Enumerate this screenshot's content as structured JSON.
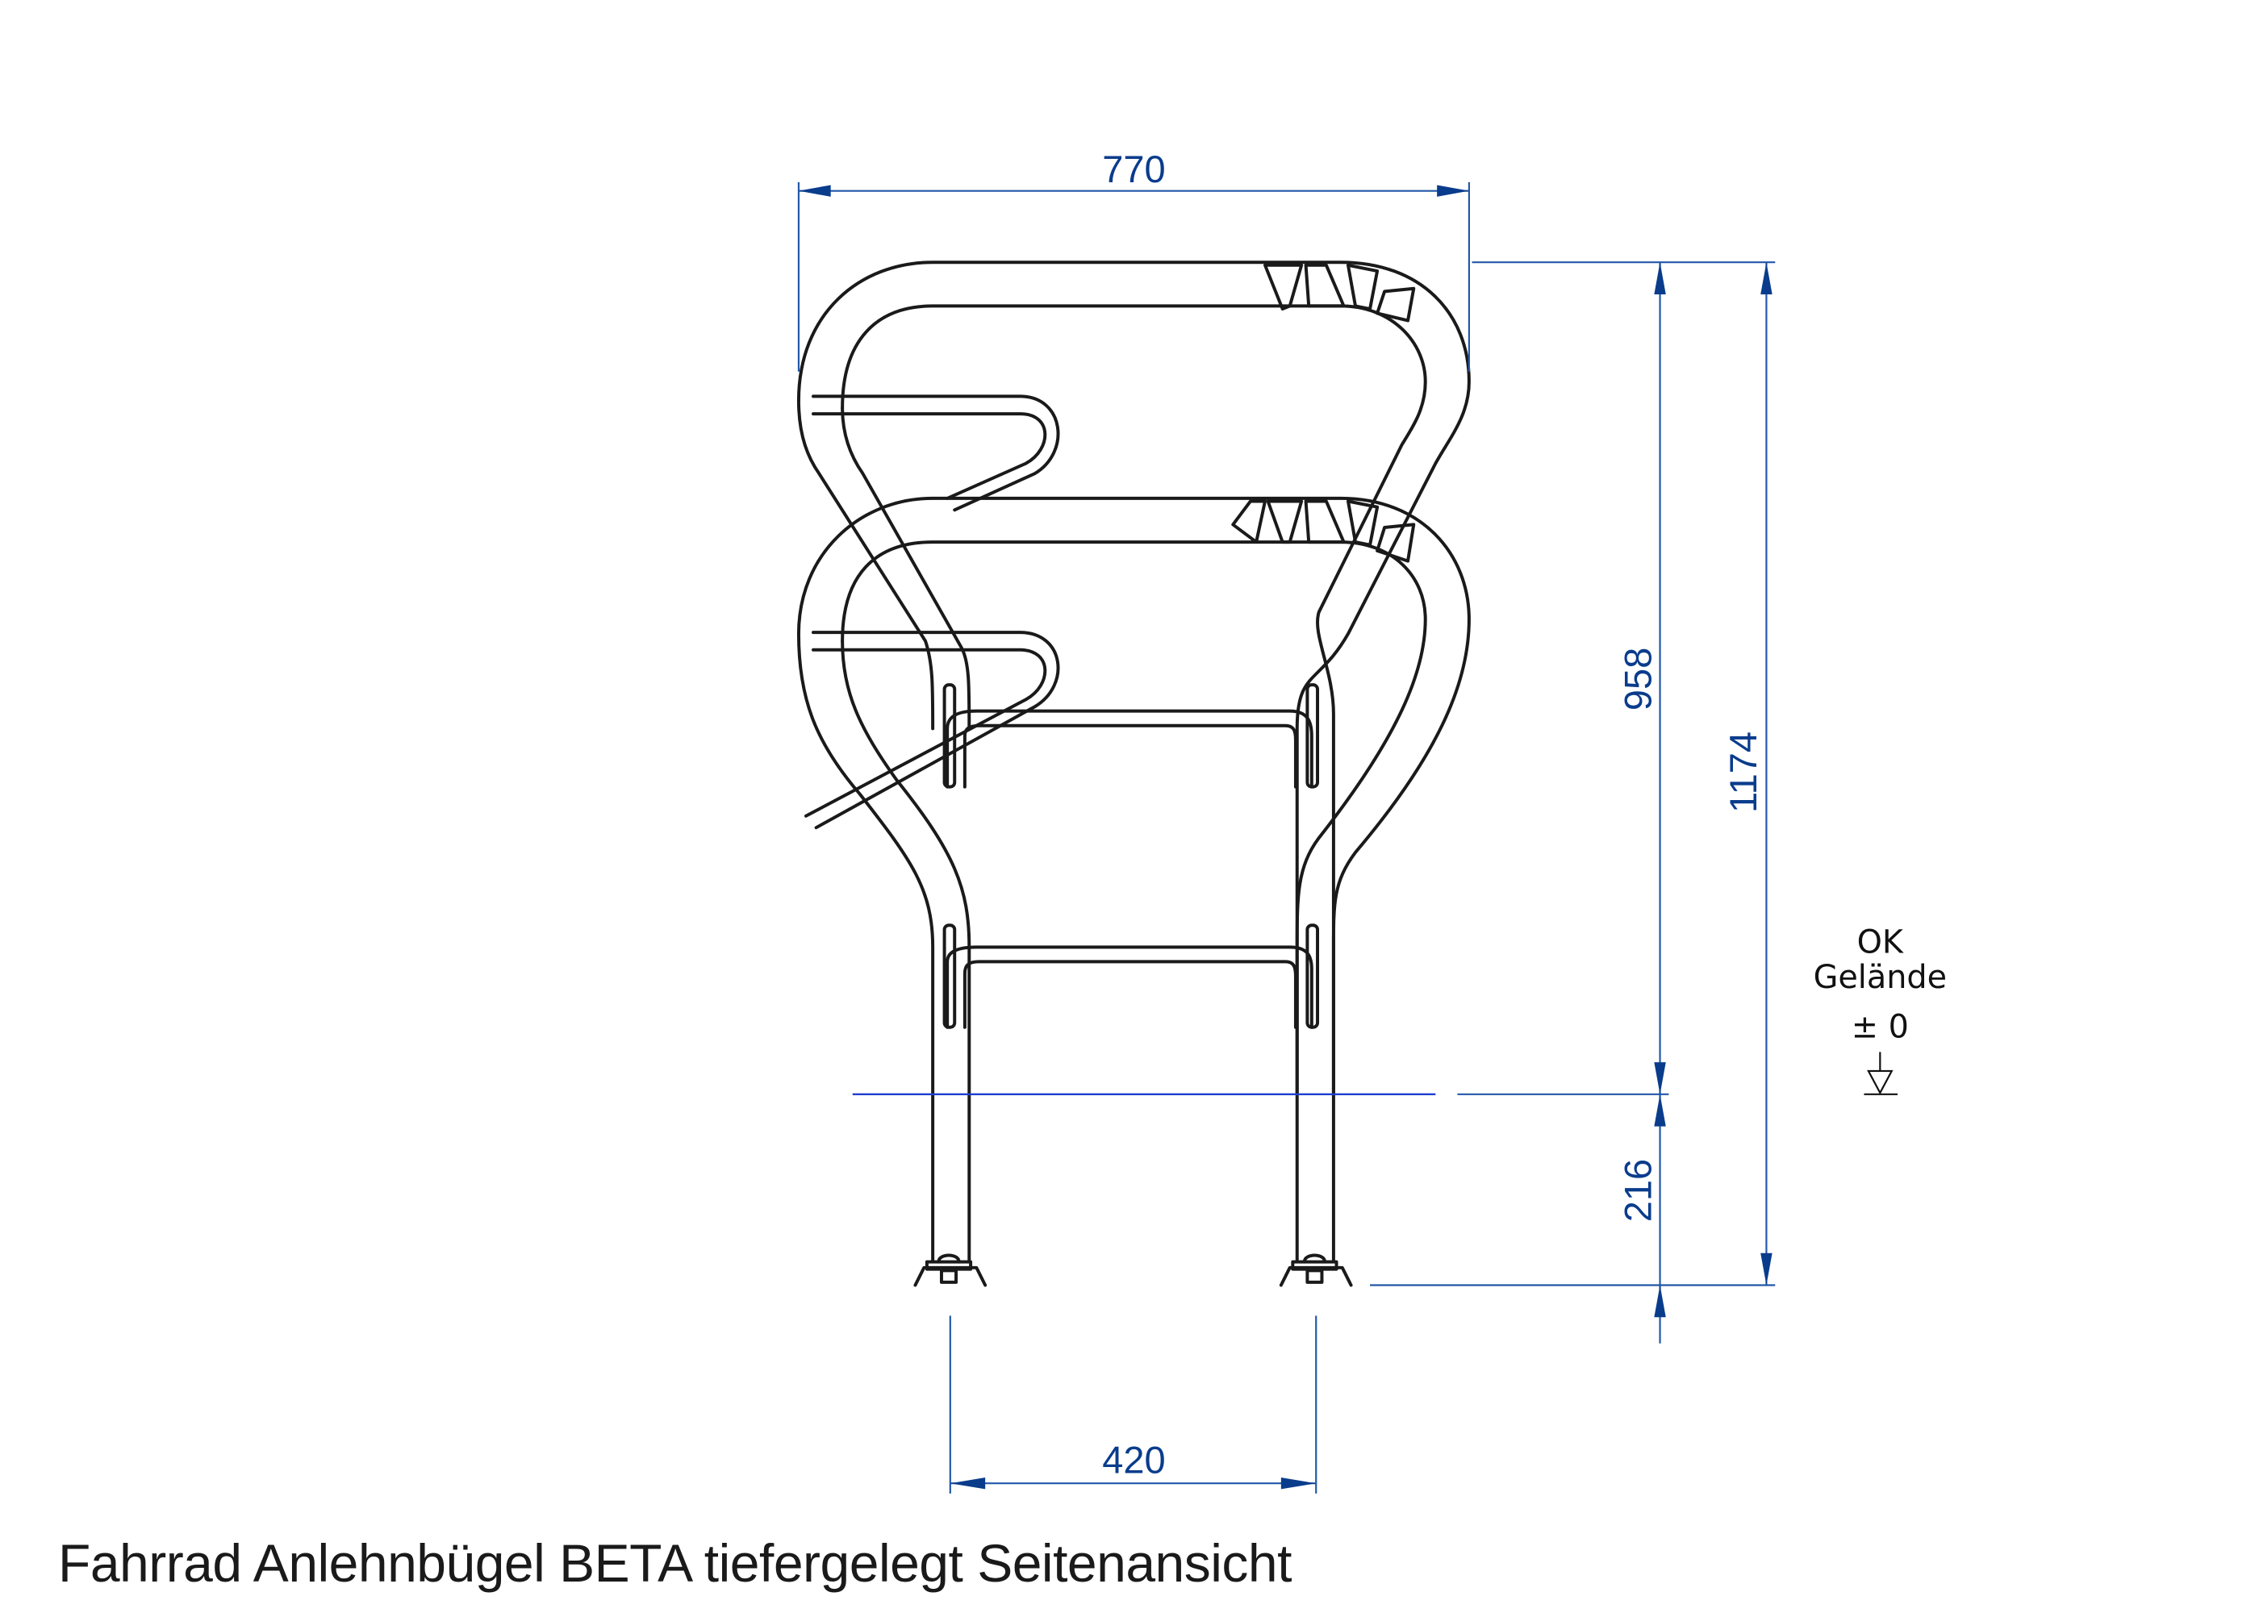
{
  "caption": "Fahrrad Anlehnbügel BETA tiefergelegt Seitenansicht",
  "dimensions": {
    "overall_width": "770",
    "foot_spacing": "420",
    "height_above_ground": "958",
    "total_height": "1174",
    "embed_depth": "216"
  },
  "ground_label": {
    "line1": "OK",
    "line2": "Gelände",
    "level": "± 0"
  },
  "colors": {
    "dimension": "#0a3c8c",
    "ground_line": "#1f3fd1",
    "outline": "#1a1a1a"
  }
}
